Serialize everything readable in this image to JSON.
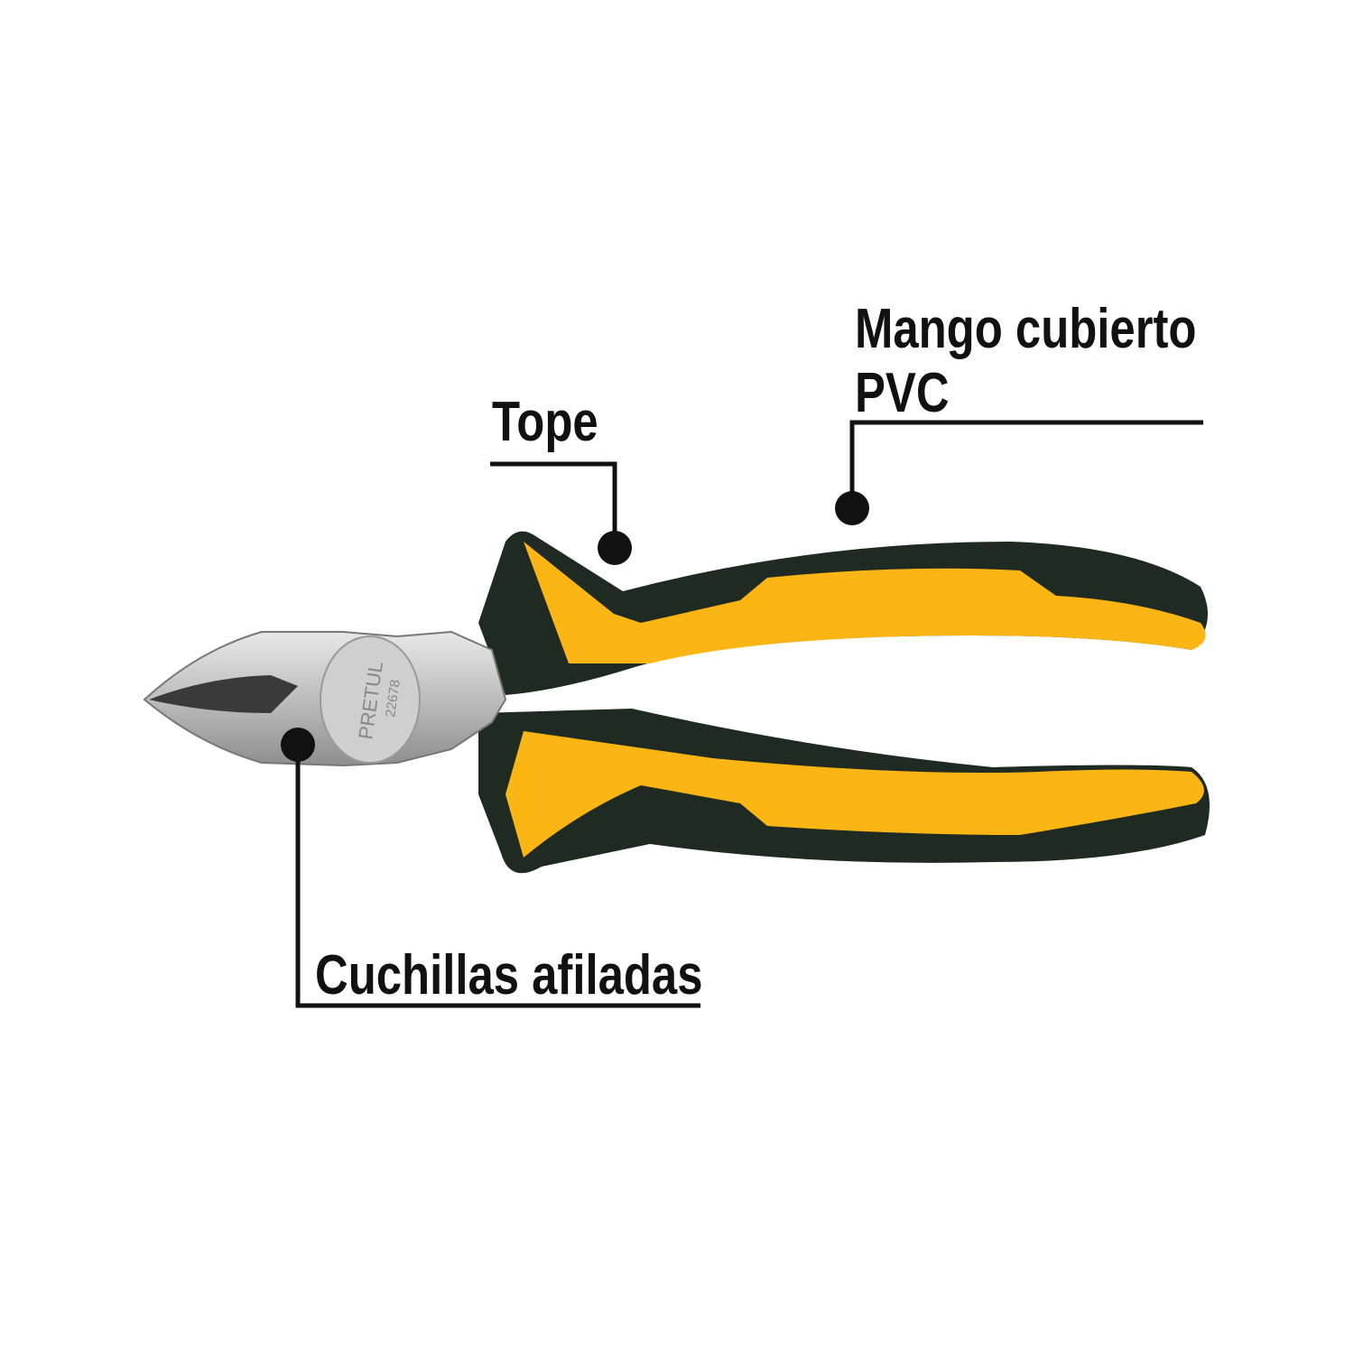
{
  "callouts": {
    "tope": "Tope",
    "mango_line1": "Mango cubierto",
    "mango_line2": "PVC",
    "cuchillas": "Cuchillas afiladas"
  },
  "product": {
    "brand": "PRETUL",
    "model": "22678"
  },
  "colors": {
    "handle_yellow": "#fbb515",
    "handle_dark": "#1f2a22",
    "steel": "#c9c9c9",
    "ink": "#111111"
  }
}
